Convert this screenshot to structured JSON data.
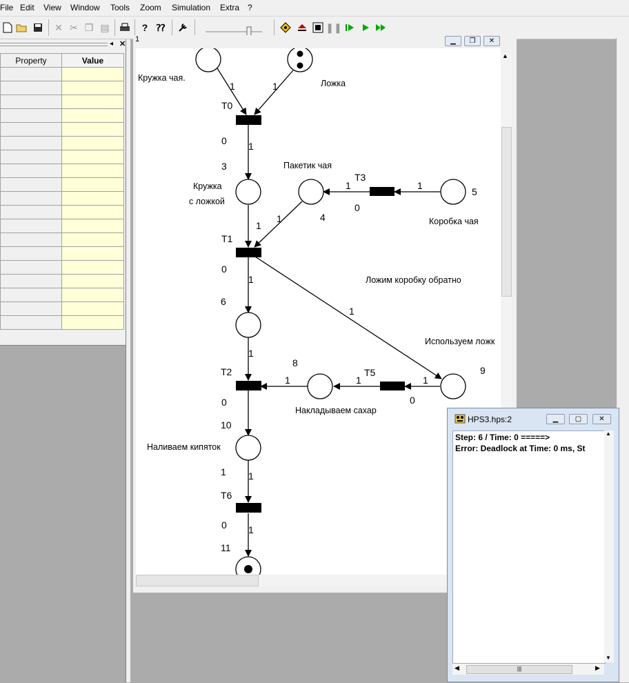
{
  "menu": [
    "File",
    "Edit",
    "View",
    "Window",
    "Tools",
    "Zoom",
    "Simulation",
    "Extra",
    "?"
  ],
  "property_panel": {
    "col_property": "Property",
    "col_value": "Value",
    "row_count": 19
  },
  "canvas": {
    "partial_title": "1",
    "places": [
      {
        "id": "p-top-left",
        "label": "Кружка чая.",
        "tokens": 0
      },
      {
        "id": "p-top-right",
        "label": "Ложка",
        "tokens": 2
      },
      {
        "id": "p3",
        "number": "3",
        "label1": "Кружка",
        "label2": "с ложкой"
      },
      {
        "id": "p4",
        "number": "4",
        "label": "Пакетик чая"
      },
      {
        "id": "p5",
        "number": "5",
        "label": "Коробка чая"
      },
      {
        "id": "p6",
        "number": "6"
      },
      {
        "id": "p8",
        "number": "8",
        "label": "Накладываем сахар"
      },
      {
        "id": "p9",
        "number": "9",
        "label": "Используем ложк"
      },
      {
        "id": "p10",
        "number": "10",
        "label": "Наливаем кипяток"
      },
      {
        "id": "p11",
        "number": "11",
        "tokens": 1
      }
    ],
    "transitions": [
      {
        "id": "T0",
        "name": "T0",
        "value": "0"
      },
      {
        "id": "T1",
        "name": "T1",
        "value": "0"
      },
      {
        "id": "T2",
        "name": "T2",
        "value": "0"
      },
      {
        "id": "T3",
        "name": "T3",
        "value": "0"
      },
      {
        "id": "T5",
        "name": "T5",
        "value": "0"
      },
      {
        "id": "T6",
        "name": "T6",
        "value": "0"
      }
    ],
    "arc_weight": "1",
    "note": "Ложим коробку обратно"
  },
  "log_window": {
    "title": "HPS3.hps:2",
    "lines": [
      "Step: 6 / Time: 0 =====>",
      "Error: Deadlock at Time: 0 ms, St"
    ]
  },
  "colors": {
    "value_cell": "#ffffd8",
    "workspace": "#ababab",
    "log_frame": "#dae5f3"
  }
}
